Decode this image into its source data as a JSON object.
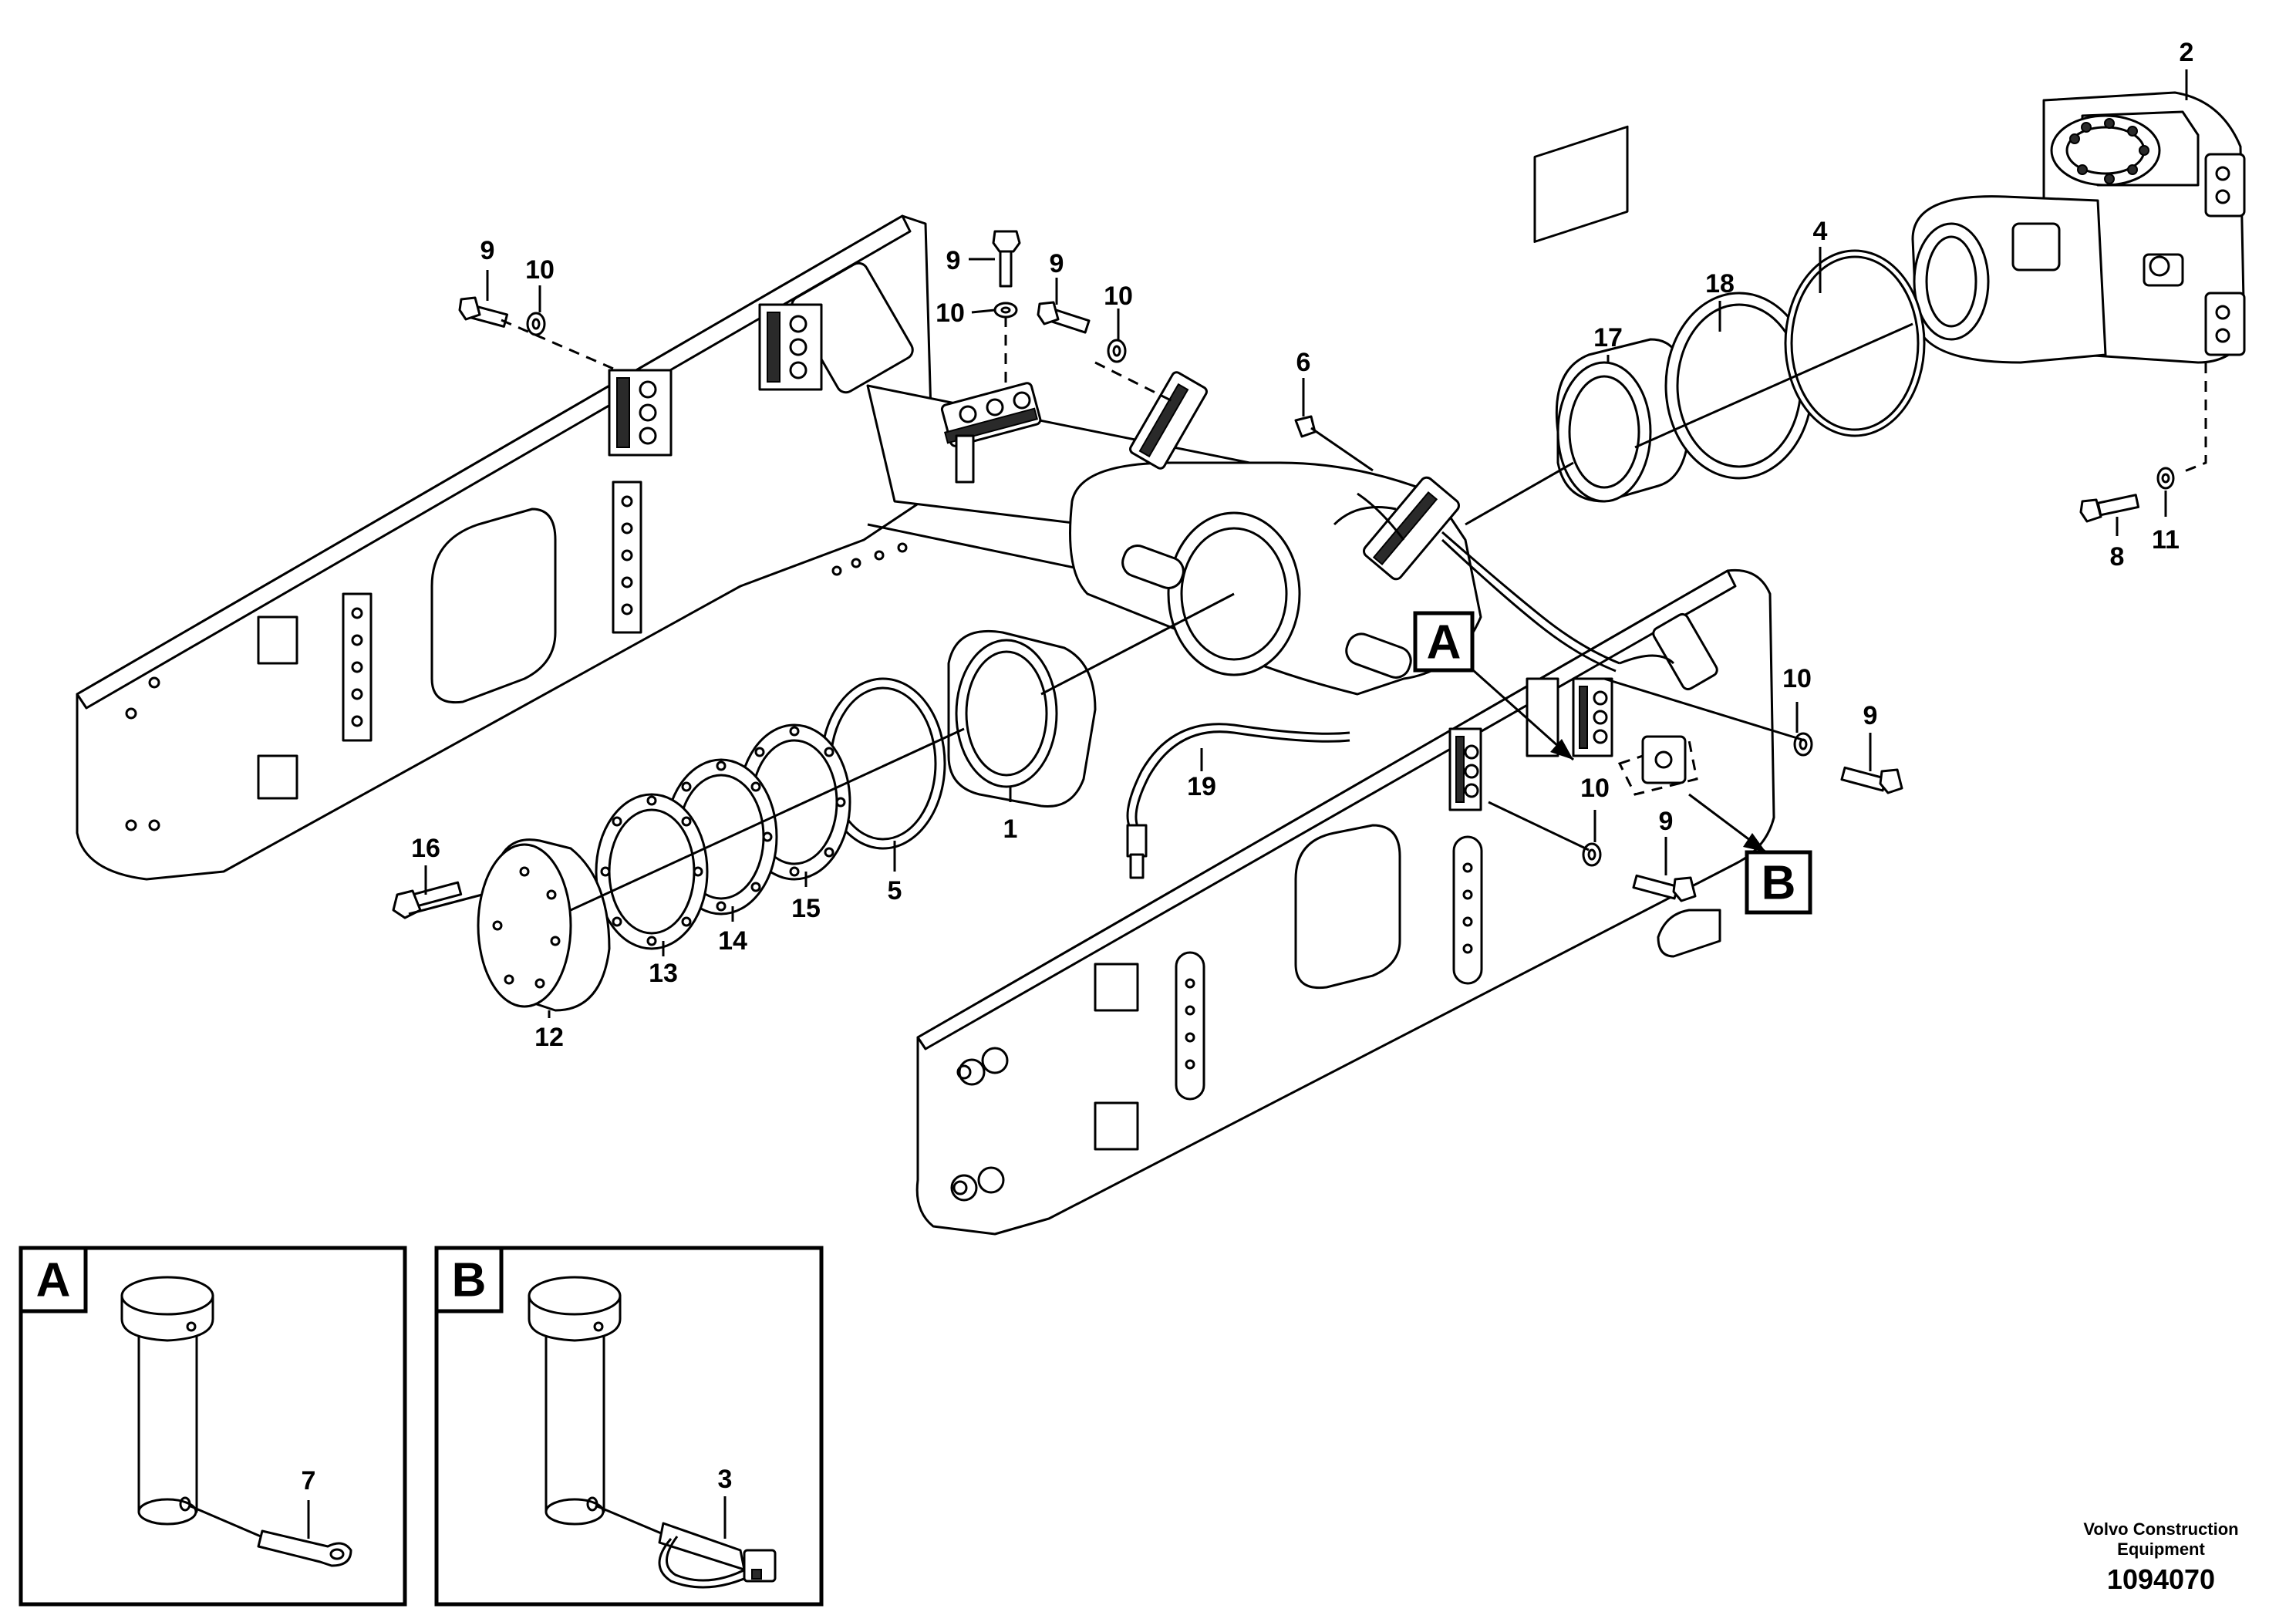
{
  "diagram": {
    "callouts": {
      "c1": "1",
      "c2": "2",
      "c3": "3",
      "c4": "4",
      "c5": "5",
      "c6": "6",
      "c7": "7",
      "c8": "8",
      "c9a": "9",
      "c9b": "9",
      "c9c": "9",
      "c9d": "9",
      "c9e": "9",
      "c10a": "10",
      "c10b": "10",
      "c10c": "10",
      "c10d": "10",
      "c10e": "10",
      "c11": "11",
      "c12": "12",
      "c13": "13",
      "c14": "14",
      "c15": "15",
      "c16": "16",
      "c17": "17",
      "c18": "18",
      "c19": "19"
    },
    "detail_labels": {
      "a": "A",
      "b": "B"
    },
    "insets": {
      "a": {
        "label": "A",
        "callout": "7"
      },
      "b": {
        "label": "B",
        "callout": "3"
      }
    },
    "footer": {
      "brand_line1": "Volvo Construction",
      "brand_line2": "Equipment",
      "doc_number": "1094070"
    }
  }
}
